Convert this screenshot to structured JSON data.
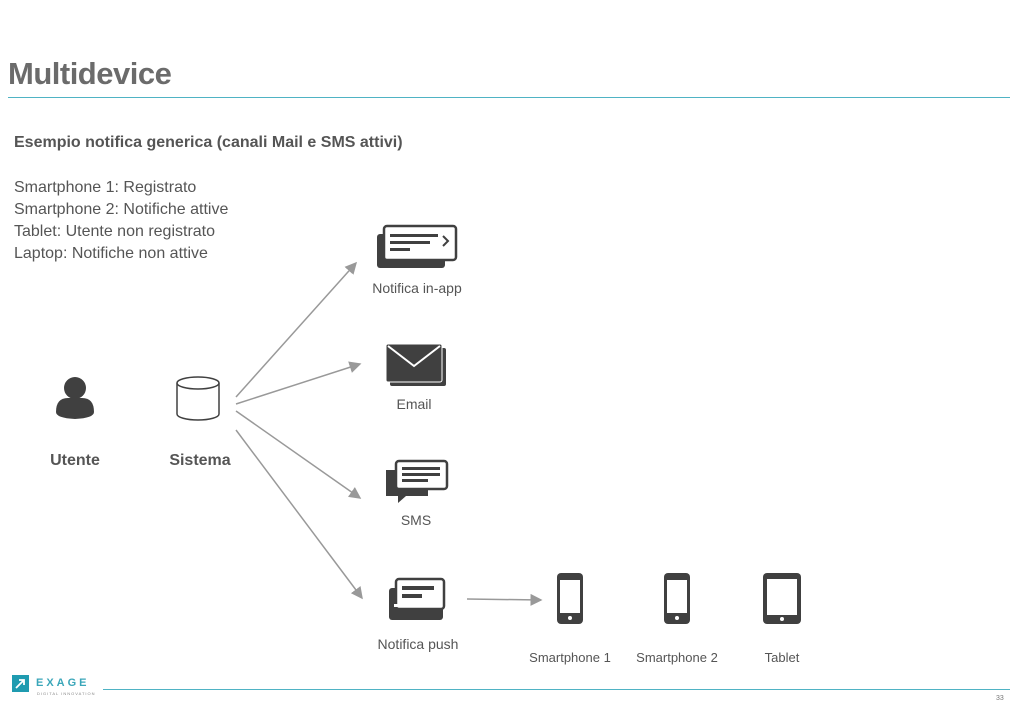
{
  "title": "Multidevice",
  "subtitle": "Esempio notifica generica (canali Mail e SMS attivi)",
  "device_status": [
    "Smartphone 1: Registrato",
    "Smartphone 2: Notifiche attive",
    "Tablet: Utente non registrato",
    "Laptop: Notifiche non attive"
  ],
  "nodes": {
    "user": "Utente",
    "system": "Sistema",
    "inapp": "Notifica in-app",
    "email": "Email",
    "sms": "SMS",
    "push": "Notifica push"
  },
  "devices": [
    "Smartphone 1",
    "Smartphone 2",
    "Tablet"
  ],
  "footer": {
    "logo_text": "EXAGE",
    "logo_subtext": "DIGITAL INNOVATION",
    "page_number": "33"
  },
  "colors": {
    "accent": "#4fb3c4",
    "icon": "#404040",
    "arrow": "#999999"
  }
}
